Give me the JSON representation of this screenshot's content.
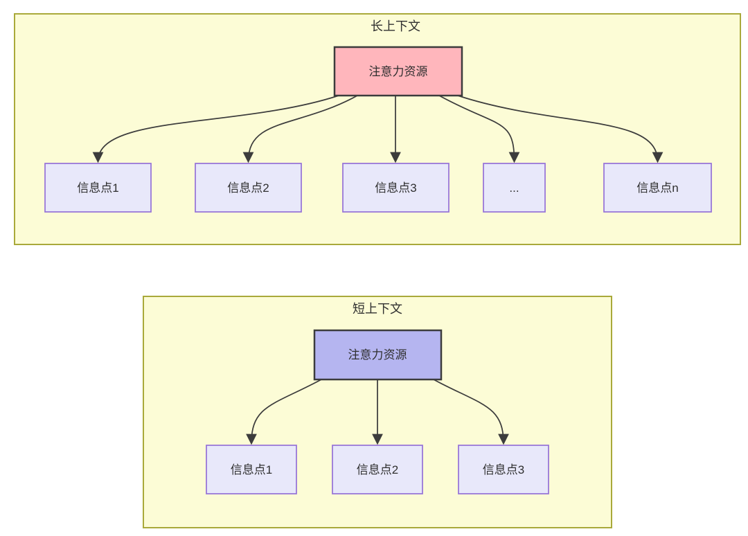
{
  "diagram": {
    "sections": {
      "long_context": {
        "title": "长上下文",
        "source_label": "注意力资源",
        "targets": [
          "信息点1",
          "信息点2",
          "信息点3",
          "...",
          "信息点n"
        ]
      },
      "short_context": {
        "title": "短上下文",
        "source_label": "注意力资源",
        "targets": [
          "信息点1",
          "信息点2",
          "信息点3"
        ]
      }
    },
    "colors": {
      "container_fill": "#FCFCD6",
      "container_border": "#A9A93A",
      "long_source_fill": "#FFB6BC",
      "short_source_fill": "#B5B5F0",
      "source_border": "#3C3C3C",
      "target_fill": "#E8E8FA",
      "target_border": "#9673D7",
      "arrow": "#3C3C3C",
      "text": "#2F2F2F"
    }
  }
}
